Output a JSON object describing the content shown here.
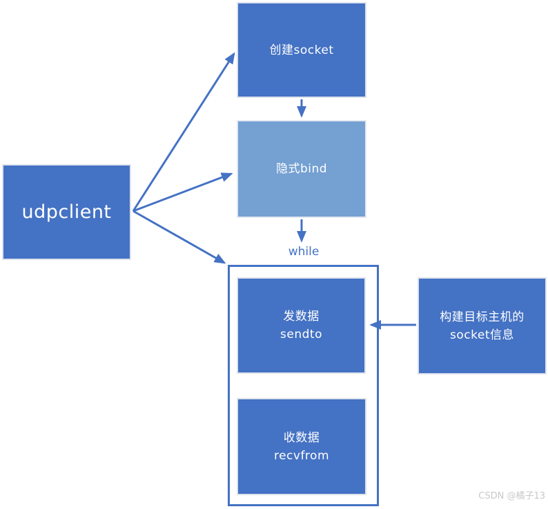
{
  "diagram": {
    "nodes": {
      "udpclient": {
        "label": "udpclient"
      },
      "create_socket": {
        "label": "创建socket"
      },
      "implicit_bind": {
        "label": "隐式bind"
      },
      "while_loop": {
        "label": "while"
      },
      "send_data": {
        "line1": "发数据",
        "line2": "sendto"
      },
      "recv_data": {
        "line1": "收数据",
        "line2": "recvfrom"
      },
      "build_socket_info": {
        "line1": "构建目标主机的",
        "line2": "socket信息"
      }
    },
    "edges": [
      {
        "from": "udpclient",
        "to": "create_socket"
      },
      {
        "from": "udpclient",
        "to": "implicit_bind"
      },
      {
        "from": "udpclient",
        "to": "while_loop"
      },
      {
        "from": "create_socket",
        "to": "implicit_bind"
      },
      {
        "from": "implicit_bind",
        "to": "while_loop"
      },
      {
        "from": "build_socket_info",
        "to": "send_data"
      }
    ],
    "colors": {
      "primary_blue": "#4472C4",
      "light_blue": "#74A0D2",
      "node_text": "#FFFFFF",
      "while_text": "#4472C4",
      "watermark_gray": "#C9C9C9",
      "background": "#FFFFFF"
    },
    "watermark": "CSDN @橘子13"
  }
}
